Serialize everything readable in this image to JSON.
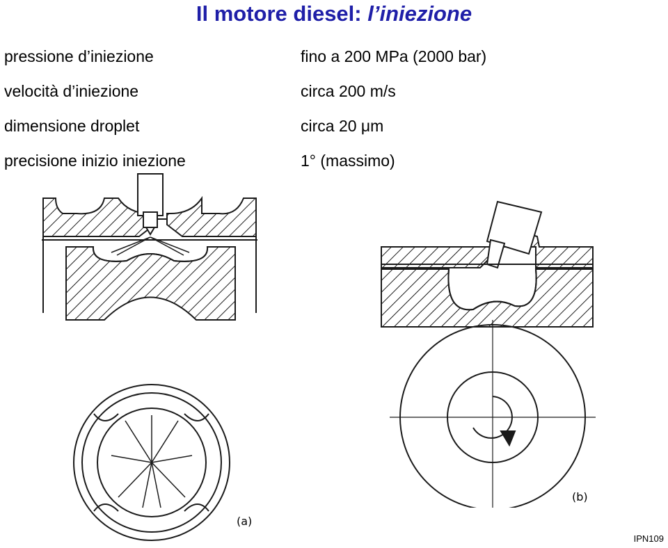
{
  "slide": {
    "title_prefix": "Il motore diesel: ",
    "title_italic": "l’iniezione",
    "specs": [
      {
        "label": "pressione d’iniezione",
        "value": "fino a 200 MPa  (2000 bar)"
      },
      {
        "label": "velocità d’iniezione",
        "value": "circa 200 m/s"
      },
      {
        "label": "dimensione droplet",
        "value": "circa 20 μm"
      },
      {
        "label": "precisione inizio iniezione",
        "value": "1° (massimo)"
      }
    ],
    "figure_a_label": "(a)",
    "figure_b_label": "(b)",
    "footer_code": "IPN109"
  },
  "colors": {
    "title": "#1f1fa8",
    "ink": "#1a1a1a"
  }
}
